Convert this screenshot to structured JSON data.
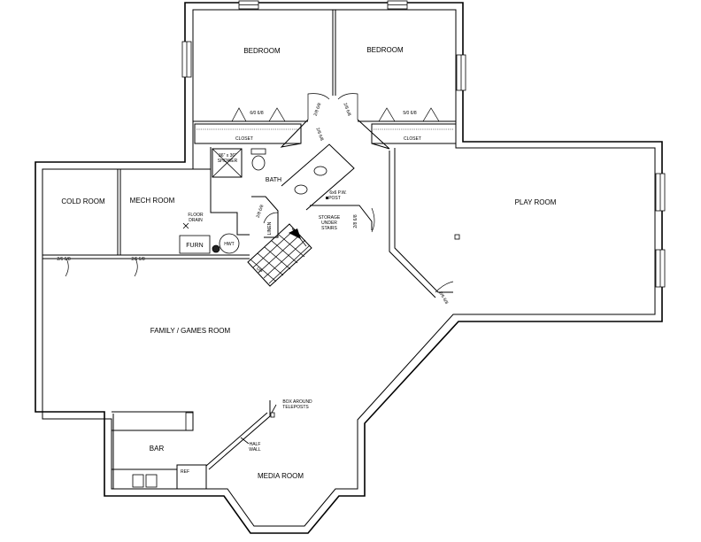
{
  "rooms": {
    "bedroom_left": "BEDROOM",
    "bedroom_right": "BEDROOM",
    "closet_left": "CLOSET",
    "closet_right": "CLOSET",
    "bath": "BATH",
    "cold_room": "COLD ROOM",
    "mech_room": "MECH ROOM",
    "play_room": "PLAY ROOM",
    "family_games": "FAMILY / GAMES ROOM",
    "bar": "BAR",
    "media_room": "MEDIA ROOM"
  },
  "fixtures": {
    "furn": "FURN",
    "hwt": "HWT",
    "floor_drain_1": "FLOOR",
    "floor_drain_2": "DRAIN",
    "shower_1": "36\" x 36\"",
    "shower_2": "SHOWER",
    "linen": "LINEN",
    "post_1": "6x6 P.W.",
    "post_2": "POST",
    "storage_1": "STORAGE",
    "storage_2": "UNDER",
    "storage_3": "STAIRS",
    "ref": "REF",
    "up": "UP",
    "box_1": "BOX AROUND",
    "box_2": "TELEPOSTS",
    "half_wall_1": "HALF",
    "half_wall_2": "WALL"
  },
  "doors": {
    "bed_l_closet": "6/0 6/8",
    "bed_r_closet": "5/0 6/8",
    "bed_l_door": "2/8 6/8",
    "bed_r_door": "2/8 6/8",
    "hall_door": "2/8 6/8",
    "bath_door": "2/8 6/8",
    "storage_door": "2/8 6/8",
    "cold_room_door": "2/6 6/8",
    "mech_room_door": "2/6 6/8",
    "play_room_door": "2/6 6/8"
  }
}
